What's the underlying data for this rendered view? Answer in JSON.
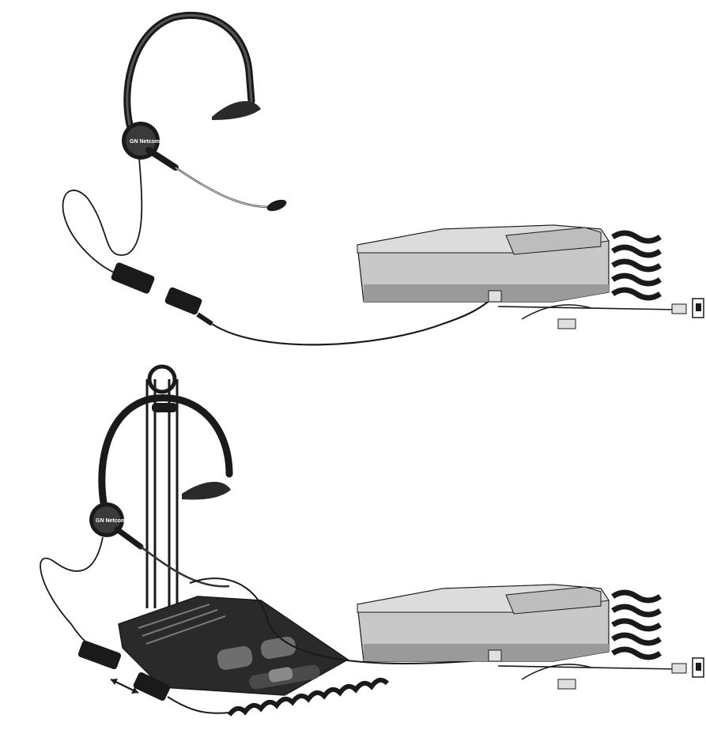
{
  "scenes": [
    {
      "name": "headset-direct-to-phone",
      "headset_logo": "GN Netcom"
    },
    {
      "name": "headset-with-amplifier-and-stand",
      "headset_logo": "GN Netcom"
    }
  ],
  "colors": {
    "ink": "#1a1a1a",
    "phone_body": "#c8c8c8",
    "phone_shadow": "#9a9a9a",
    "amplifier": "#2a2a2a",
    "amplifier_buttons": "#6e6e6e",
    "plug": "#d8d8d8"
  },
  "icons": [
    "headset-icon",
    "phone-icon",
    "amplifier-icon",
    "cord-icon",
    "wall-jack-icon",
    "headset-stand-icon",
    "disconnect-arrow-icon"
  ]
}
